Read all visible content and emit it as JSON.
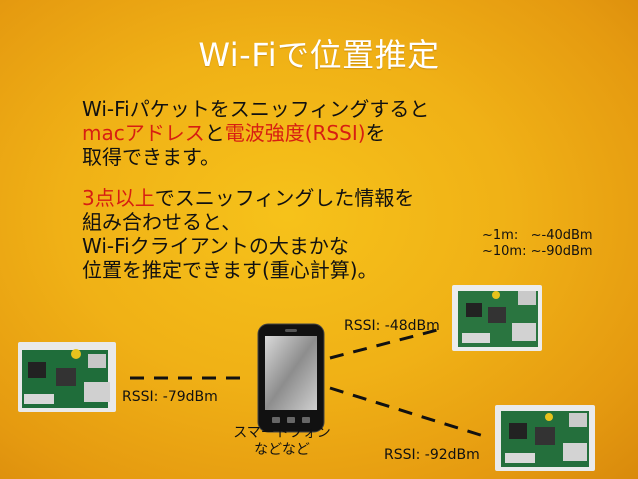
{
  "slide": {
    "title": "Wi-Fiで位置推定",
    "para1": {
      "line1": "Wi-Fiパケットをスニッフィングすると",
      "line2_mac": "macアドレス",
      "line2_to": "と",
      "line2_strength": "電波強度(RSSI)",
      "line2_wo": "を",
      "line3": "取得できます。"
    },
    "para2": {
      "line1_red": "3点以上",
      "line1_rest": "でスニッフィングした情報を",
      "line2": "組み合わせると、",
      "line3": "Wi-Fiクライアントの大まかな",
      "line4": "位置を推定できます(重心計算)。"
    },
    "reference": {
      "line1": "~1m:   ~-40dBm",
      "line2": "~10m: ~-90dBm"
    },
    "rssi": {
      "top_right": "RSSI: -48dBm",
      "left": "RSSI: -79dBm",
      "bottom_right": "RSSI: -92dBm"
    },
    "phone_label": {
      "line1": "スマートフォン",
      "line2": "などなど"
    }
  },
  "colors": {
    "highlight": "#d71e12",
    "title": "#ffffff",
    "background": "#f0b116"
  }
}
